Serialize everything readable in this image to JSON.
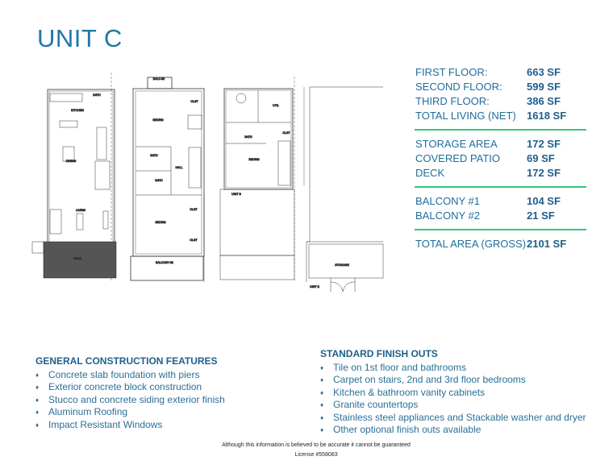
{
  "title": "UNIT C",
  "floorplan_labels": {
    "kitchen": "KITCHEN",
    "bath1": "BATH",
    "dining": "DINING",
    "living": "LIVING",
    "deck": "DECK",
    "balc2": "BALC #2",
    "bedrm2a": "BEDRM",
    "clst1": "CLST",
    "bath2a": "BATH",
    "bath2b": "BATH",
    "hall": "HALL",
    "clst2": "CLST",
    "bedrm2b": "BEDRM",
    "clst3": "CLST",
    "balc1": "BALCONY #1",
    "util": "UTIL",
    "bath3": "BATH",
    "clst4": "CLST",
    "bedrm3": "BEDRM",
    "unitb1": "UNIT B",
    "storage": "STORAGE",
    "unitb2": "UNIT B"
  },
  "areas": {
    "group1": [
      {
        "label": "FIRST FLOOR:",
        "value": "663 SF"
      },
      {
        "label": "SECOND FLOOR:",
        "value": "599 SF"
      },
      {
        "label": "THIRD FLOOR:",
        "value": "386 SF"
      },
      {
        "label": "TOTAL LIVING (NET)",
        "value": "1618 SF"
      }
    ],
    "group2": [
      {
        "label": "STORAGE AREA",
        "value": "172 SF"
      },
      {
        "label": "COVERED PATIO",
        "value": "69 SF"
      },
      {
        "label": "DECK",
        "value": "172 SF"
      }
    ],
    "group3": [
      {
        "label": "BALCONY #1",
        "value": "104 SF"
      },
      {
        "label": "BALCONY #2",
        "value": "21 SF"
      }
    ],
    "group4": [
      {
        "label": "TOTAL AREA (GROSS)",
        "value": "2101 SF"
      }
    ]
  },
  "general_construction": {
    "heading": "GENERAL CONSTRUCTION FEATURES",
    "bullet": "♦",
    "items": [
      "Concrete slab foundation with piers",
      "Exterior concrete block construction",
      "Stucco and concrete siding exterior finish",
      "Aluminum Roofing",
      "Impact Resistant Windows"
    ]
  },
  "standard_finish": {
    "heading": "STANDARD FINISH OUTS",
    "bullet": "♦",
    "items": [
      "Tile on 1st floor and bathrooms",
      "Carpet on stairs, 2nd and 3rd floor bedrooms",
      "Kitchen & bathroom vanity cabinets",
      "Granite countertops",
      "Stainless steel appliances and Stackable washer and dryer",
      "Other optional finish outs available"
    ]
  },
  "footer": {
    "disclaimer": "Although this information is believed to be accurate it cannot be guaranteed",
    "license": "License #558083"
  },
  "colors": {
    "title": "#1f78a8",
    "text": "#2a6f97",
    "value": "#1f5f8b",
    "divider": "#34c77b"
  }
}
